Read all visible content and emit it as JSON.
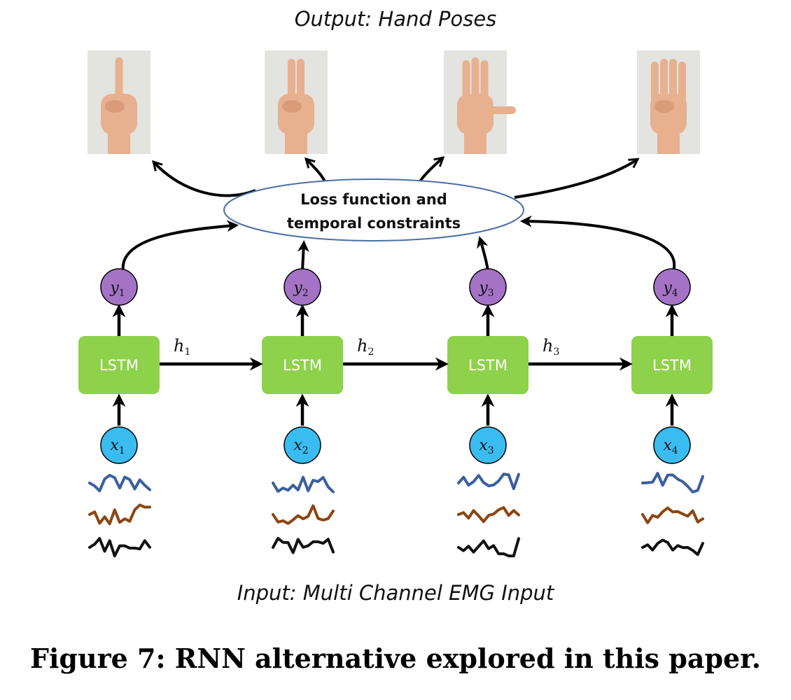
{
  "titles": {
    "output": "Output: Hand Poses",
    "input": "Input: Multi Channel EMG Input"
  },
  "caption": "Figure 7: RNN alternative explored in this paper.",
  "loss": {
    "line1": "Loss function and",
    "line2": "temporal constraints"
  },
  "lstm_label": "LSTM",
  "steps": [
    {
      "x_var": "x",
      "x_sub": "1",
      "y_var": "y",
      "y_sub": "1",
      "fingers": 1
    },
    {
      "x_var": "x",
      "x_sub": "2",
      "y_var": "y",
      "y_sub": "2",
      "fingers": 2
    },
    {
      "x_var": "x",
      "x_sub": "3",
      "y_var": "y",
      "y_sub": "3",
      "fingers": 3
    },
    {
      "x_var": "x",
      "x_sub": "4",
      "y_var": "y",
      "y_sub": "4",
      "fingers": 4
    }
  ],
  "hidden": [
    {
      "var": "h",
      "sub": "1"
    },
    {
      "var": "h",
      "sub": "2"
    },
    {
      "var": "h",
      "sub": "3"
    }
  ],
  "colors": {
    "lstm": "#8ed14b",
    "y_node": "#a573c6",
    "x_node": "#3bbcf0",
    "loss_stroke": "#4a6fa5",
    "emg_blue": "#3a5f9f",
    "emg_brown": "#8b4513",
    "emg_black": "#111111",
    "photo_bg": "#e3e3e0",
    "skin": "#e7b08f"
  }
}
